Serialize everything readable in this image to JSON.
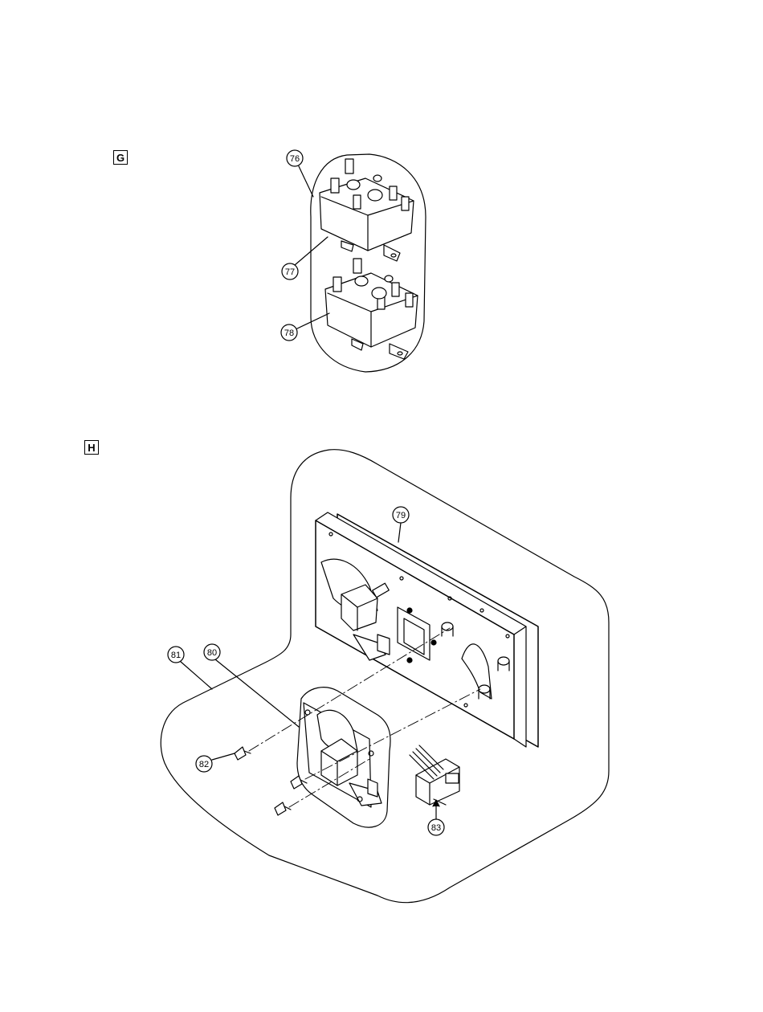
{
  "sections": {
    "g": "G",
    "h": "H"
  },
  "callouts": {
    "c76": "76",
    "c77": "77",
    "c78": "78",
    "c79": "79",
    "c80": "80",
    "c81": "81",
    "c82": "82",
    "c83": "83"
  }
}
